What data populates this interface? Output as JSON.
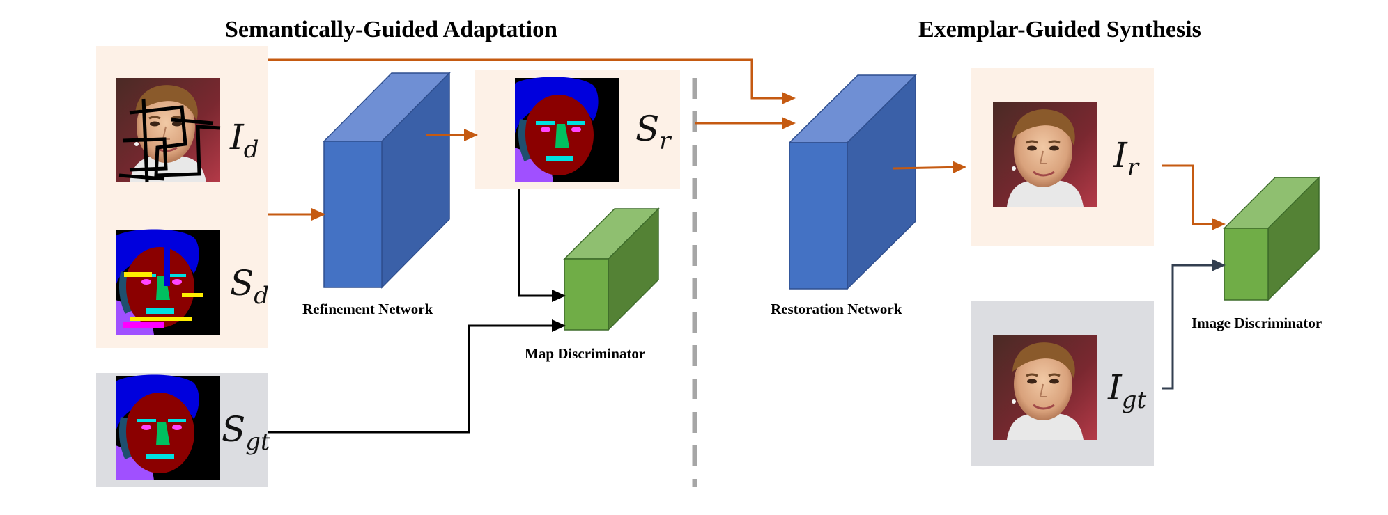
{
  "titles": {
    "left": "Semantically-Guided Adaptation",
    "right": "Exemplar-Guided Synthesis"
  },
  "networks": {
    "refinement": "Refinement Network",
    "restoration": "Restoration Network",
    "map_discriminator": "Map Discriminator",
    "image_discriminator": "Image Discriminator"
  },
  "symbols": {
    "Id": {
      "base": "I",
      "sub": "d"
    },
    "Sd": {
      "base": "S",
      "sub": "d"
    },
    "Sgt": {
      "base": "S",
      "sub": "gt"
    },
    "Sr": {
      "base": "S",
      "sub": "r"
    },
    "Ir": {
      "base": "I",
      "sub": "r"
    },
    "Igt": {
      "base": "I",
      "sub": "gt"
    }
  },
  "colors": {
    "input_panel": "#fdf1e7",
    "gt_panel": "#dcdde1",
    "network_block": "#4472c4",
    "discriminator_block": "#70ad47",
    "arrow_orange": "#c55a11",
    "arrow_black": "#000000",
    "arrow_dark": "#333f50",
    "divider": "#a6a6a6"
  }
}
